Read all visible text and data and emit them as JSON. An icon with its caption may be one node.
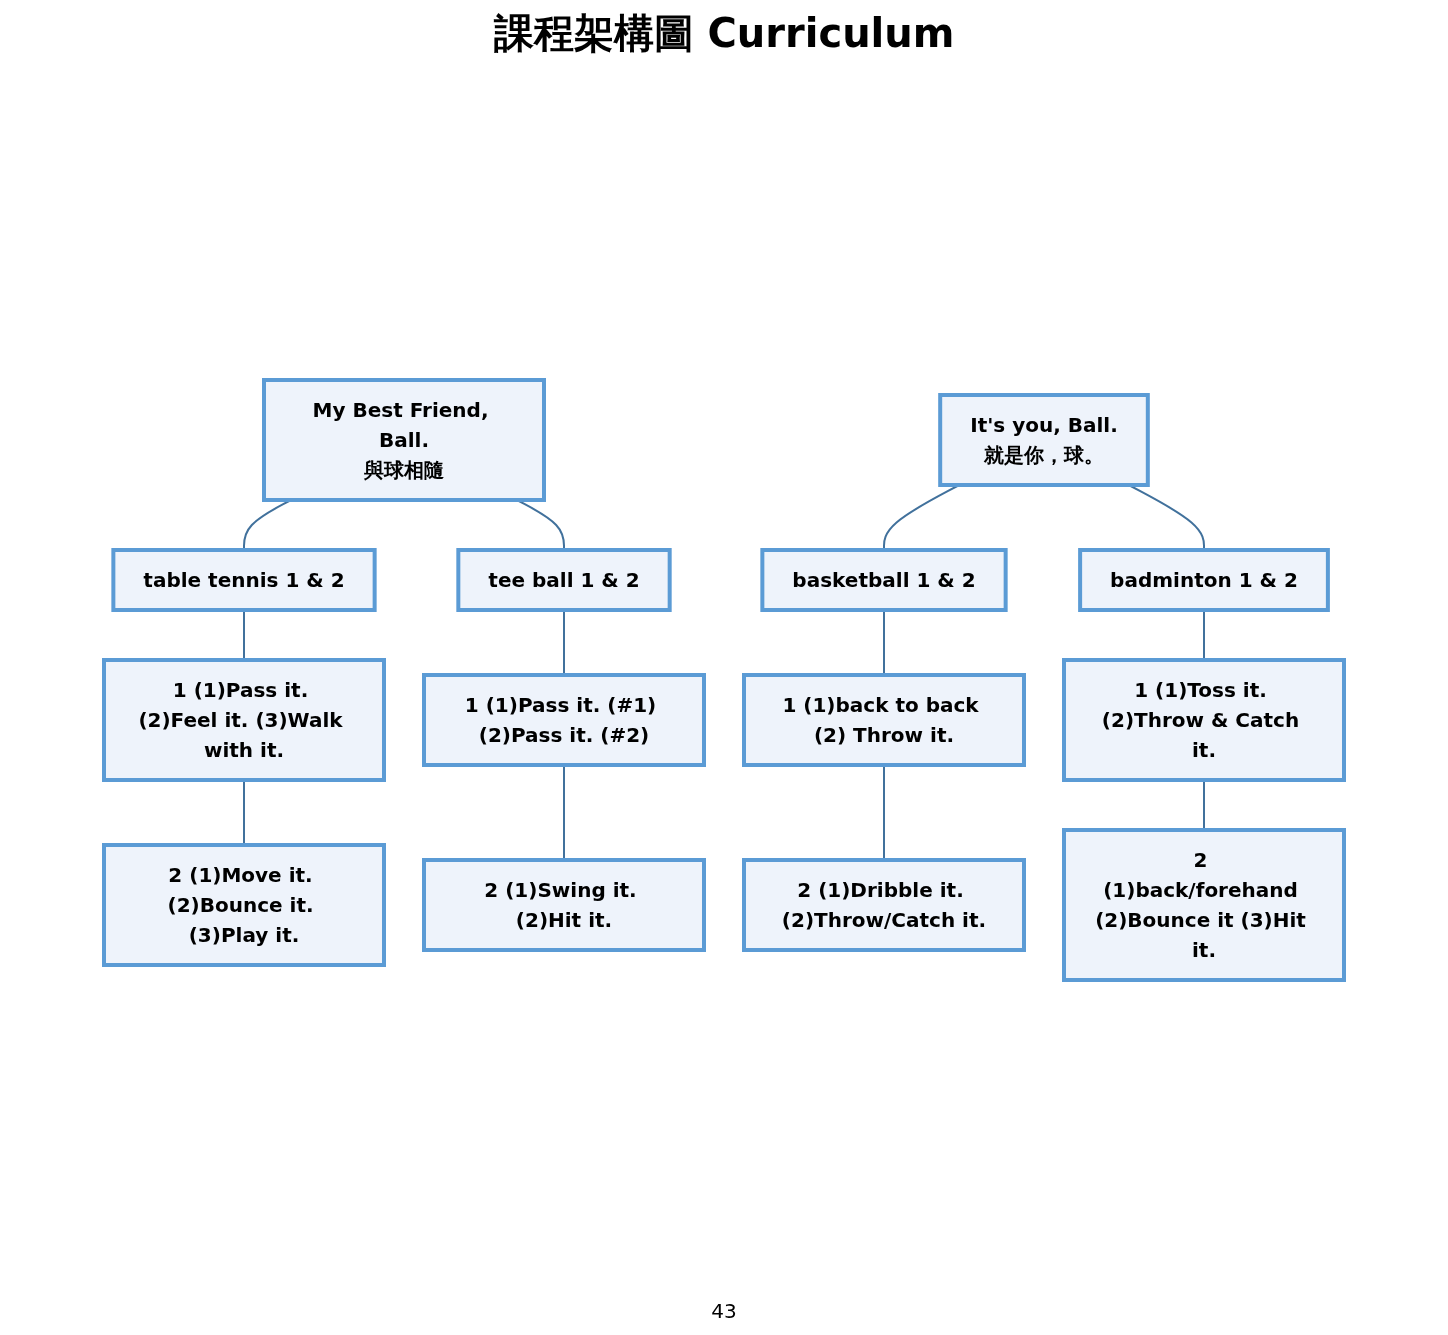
{
  "diagram": {
    "title": "課程架構圖 Curriculum",
    "nodes": [
      {
        "text": [
          "My Best Friend, Ball.",
          "與球相隨"
        ]
      },
      {
        "text": [
          "table tennis 1 & 2"
        ]
      },
      {
        "text": [
          "tee ball 1 & 2"
        ]
      },
      {
        "text": [
          "1 (1)Pass it. (2)Feel it. (3)Walk with it."
        ]
      },
      {
        "text": [
          "2 (1)Move it. (2)Bounce it. (3)Play it."
        ]
      },
      {
        "text": [
          "1 (1)Pass it. (#1) (2)Pass it. (#2)"
        ]
      },
      {
        "text": [
          "2 (1)Swing it. (2)Hit it."
        ]
      },
      {
        "text": [
          "It's you, Ball.",
          "就是你，球。"
        ]
      },
      {
        "text": [
          "basketball 1 & 2"
        ]
      },
      {
        "text": [
          "badminton 1 & 2"
        ]
      },
      {
        "text": [
          "1 (1)back to back (2) Throw it."
        ]
      },
      {
        "text": [
          "2 (1)Dribble it. (2)Throw/Catch it."
        ]
      },
      {
        "text": [
          "1 (1)Toss it. (2)Throw & Catch it."
        ]
      },
      {
        "text": [
          "2 (1)back/forehand (2)Bounce it (3)Hit it."
        ]
      }
    ],
    "edges": [
      {
        "from": 0,
        "to": 1,
        "arrow": "none"
      },
      {
        "from": 0,
        "to": 2,
        "arrow": "none"
      },
      {
        "from": 1,
        "to": 3,
        "arrow": "none"
      },
      {
        "from": 3,
        "to": 4,
        "arrow": "none"
      },
      {
        "from": 2,
        "to": 5,
        "arrow": "none"
      },
      {
        "from": 5,
        "to": 6,
        "arrow": "none"
      },
      {
        "from": 7,
        "to": 8,
        "arrow": "none"
      },
      {
        "from": 7,
        "to": 9,
        "arrow": "none"
      },
      {
        "from": 8,
        "to": 10,
        "arrow": "none"
      },
      {
        "from": 10,
        "to": 11,
        "arrow": "none"
      },
      {
        "from": 9,
        "to": 12,
        "arrow": "none"
      },
      {
        "from": 12,
        "to": 13,
        "arrow": "none"
      }
    ],
    "labels": [
      "43"
    ]
  }
}
